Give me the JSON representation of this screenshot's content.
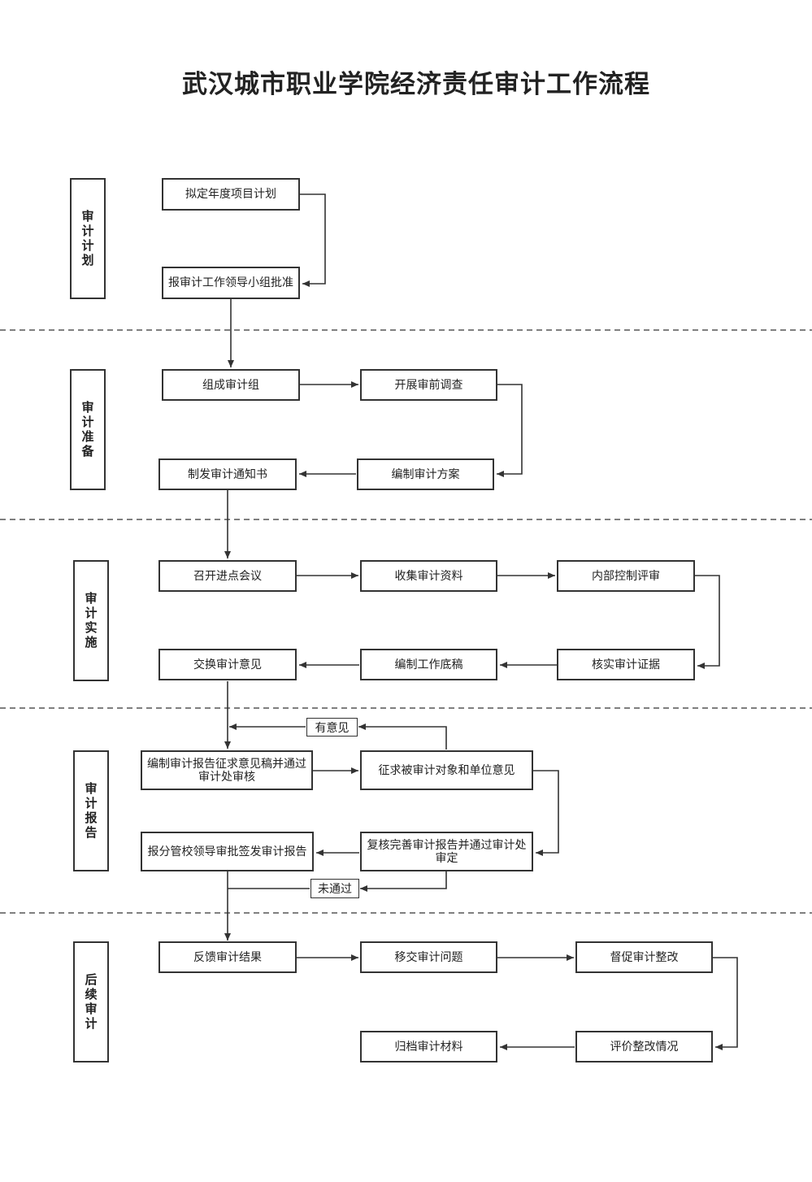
{
  "title": "武汉城市职业学院经济责任审计工作流程",
  "colors": {
    "line": "#333333",
    "text": "#222222",
    "background": "#ffffff"
  },
  "lanes": [
    {
      "label": "审计计划"
    },
    {
      "label": "审计准备"
    },
    {
      "label": "审计实施"
    },
    {
      "label": "审计报告"
    },
    {
      "label": "后续审计"
    }
  ],
  "nodes": {
    "plan_annual": "拟定年度项目计划",
    "plan_approve": "报审计工作领导小组批准",
    "prep_group": "组成审计组",
    "prep_survey": "开展审前调查",
    "prep_scheme": "编制审计方案",
    "prep_notice": "制发审计通知书",
    "impl_meeting": "召开进点会议",
    "impl_collect": "收集审计资料",
    "impl_control": "内部控制评审",
    "impl_verify": "核实审计证据",
    "impl_papers": "编制工作底稿",
    "impl_exchange": "交换审计意见",
    "rep_draft": "编制审计报告征求意见稿并通过审计处审核",
    "rep_solicit": "征求被审计对象和单位意见",
    "rep_review": "复核完善审计报告并通过审计处审定",
    "rep_issue": "报分管校领导审批签发审计报告",
    "follow_feedback": "反馈审计结果",
    "follow_transfer": "移交审计问题",
    "follow_urge": "督促审计整改",
    "follow_evaluate": "评价整改情况",
    "follow_archive": "归档审计材料"
  },
  "tags": {
    "has_opinion": "有意见",
    "not_passed": "未通过"
  }
}
